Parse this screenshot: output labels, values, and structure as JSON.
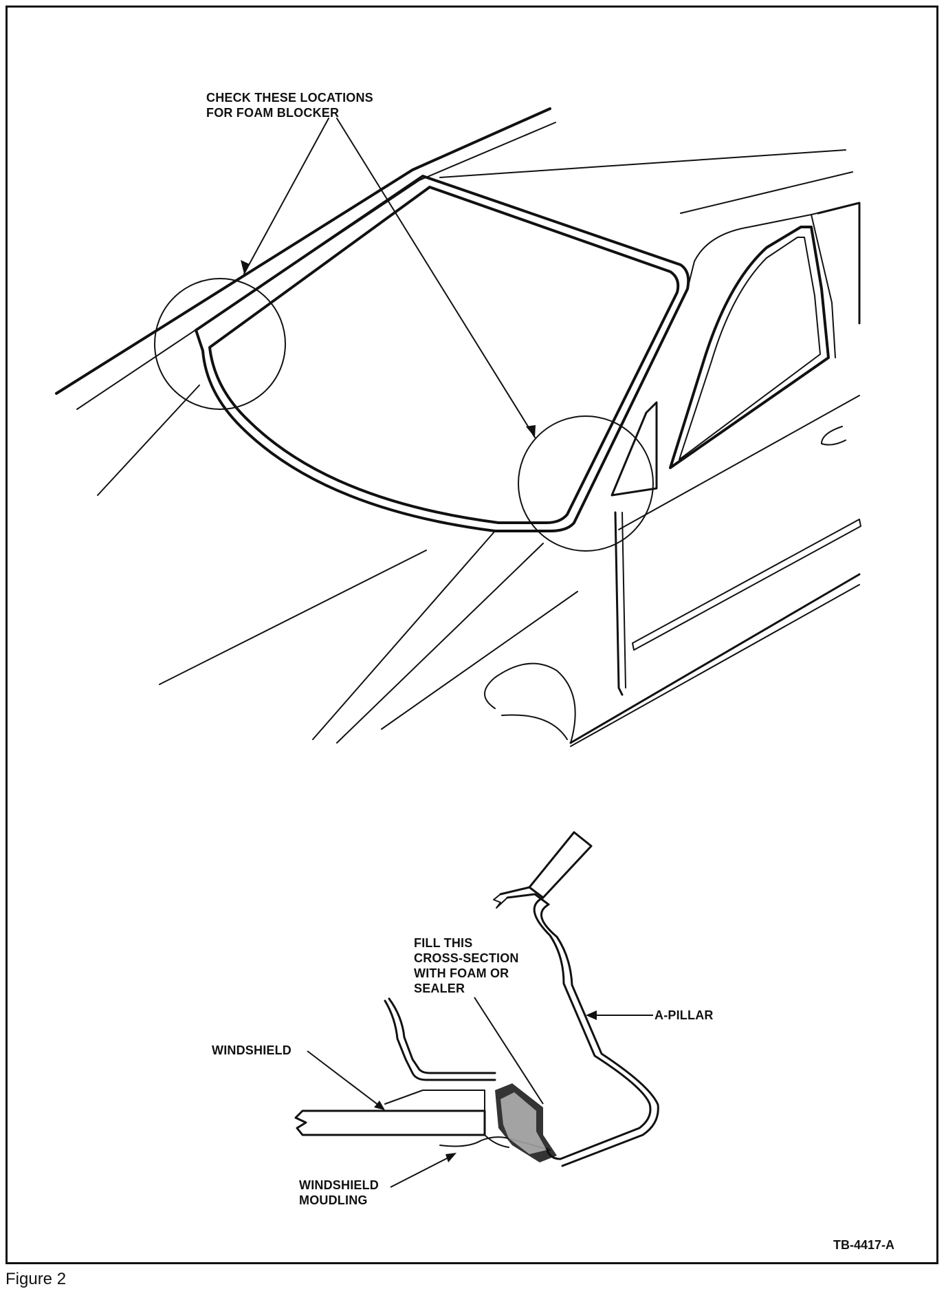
{
  "figure": {
    "caption": "Figure 2",
    "reference_code": "TB-4417-A"
  },
  "labels": {
    "check_locations": "CHECK THESE LOCATIONS\nFOR FOAM BLOCKER",
    "fill_cross_section": "FILL THIS\nCROSS-SECTION\nWITH FOAM OR\nSEALER",
    "a_pillar": "A-PILLAR",
    "windshield": "WINDSHIELD",
    "windshield_moulding": "WINDSHIELD\nMOUDLING"
  },
  "colors": {
    "ink": "#111111",
    "paper": "#ffffff"
  }
}
